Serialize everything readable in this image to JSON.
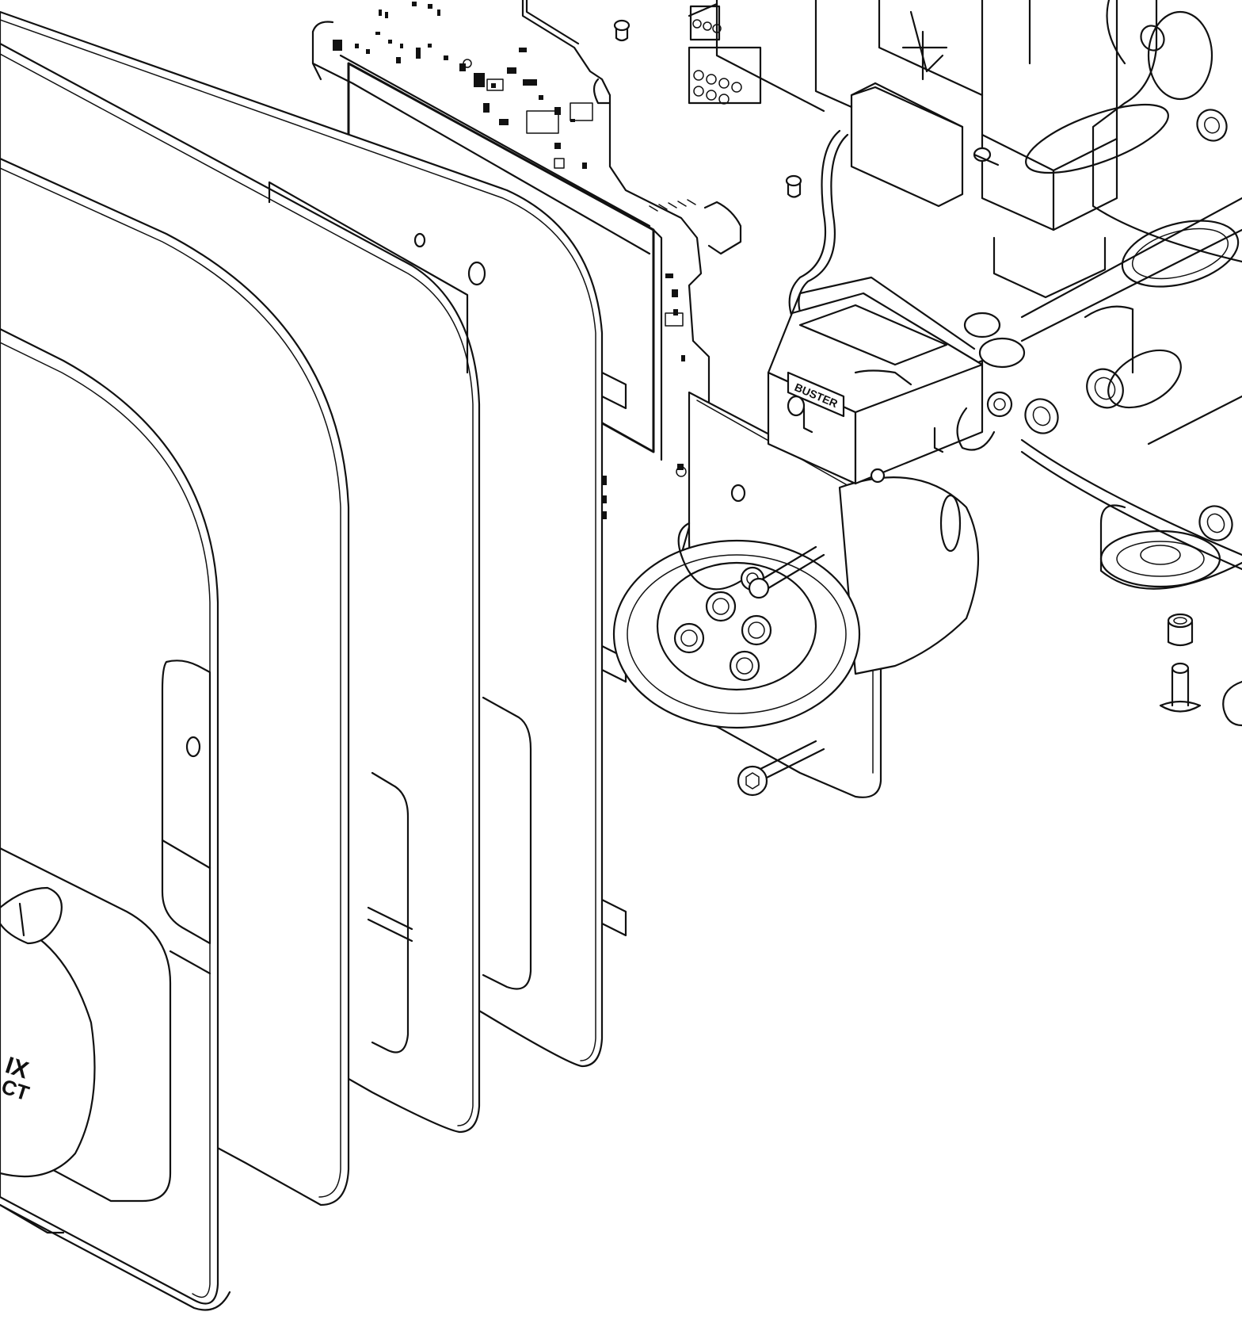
{
  "drawing": {
    "stroke_color": "#111111",
    "background_color": "#ffffff",
    "socket_brand_text": "BUSTER",
    "front_logo_lines": [
      "IX",
      "CT"
    ]
  }
}
